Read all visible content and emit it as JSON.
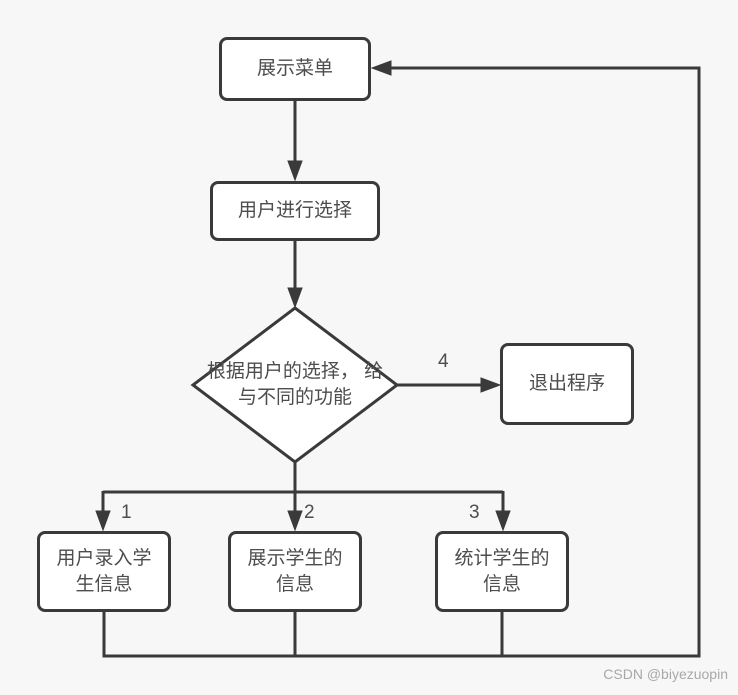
{
  "diagram": {
    "title": "student management menu flowchart",
    "colors": {
      "background": "#f7f7f7",
      "line": "#3a3a3a",
      "node_fill": "#ffffff",
      "text": "#4d4d4d",
      "watermark": "#a8a8a8"
    },
    "nodes": {
      "show_menu": {
        "label": "展示菜单"
      },
      "user_select": {
        "label": "用户进行选择"
      },
      "decision": {
        "line1": "根据用户的选择，",
        "line2": "给与不同的功能"
      },
      "exit_program": {
        "label": "退出程序"
      },
      "input_student": {
        "line1": "用户录入学",
        "line2": "生信息"
      },
      "show_student": {
        "line1": "展示学生的",
        "line2": "信息"
      },
      "stat_student": {
        "line1": "统计学生的",
        "line2": "信息"
      }
    },
    "edge_labels": {
      "branch1": "1",
      "branch2": "2",
      "branch3": "3",
      "branch4": "4"
    }
  },
  "watermark": "CSDN @biyezuopin"
}
